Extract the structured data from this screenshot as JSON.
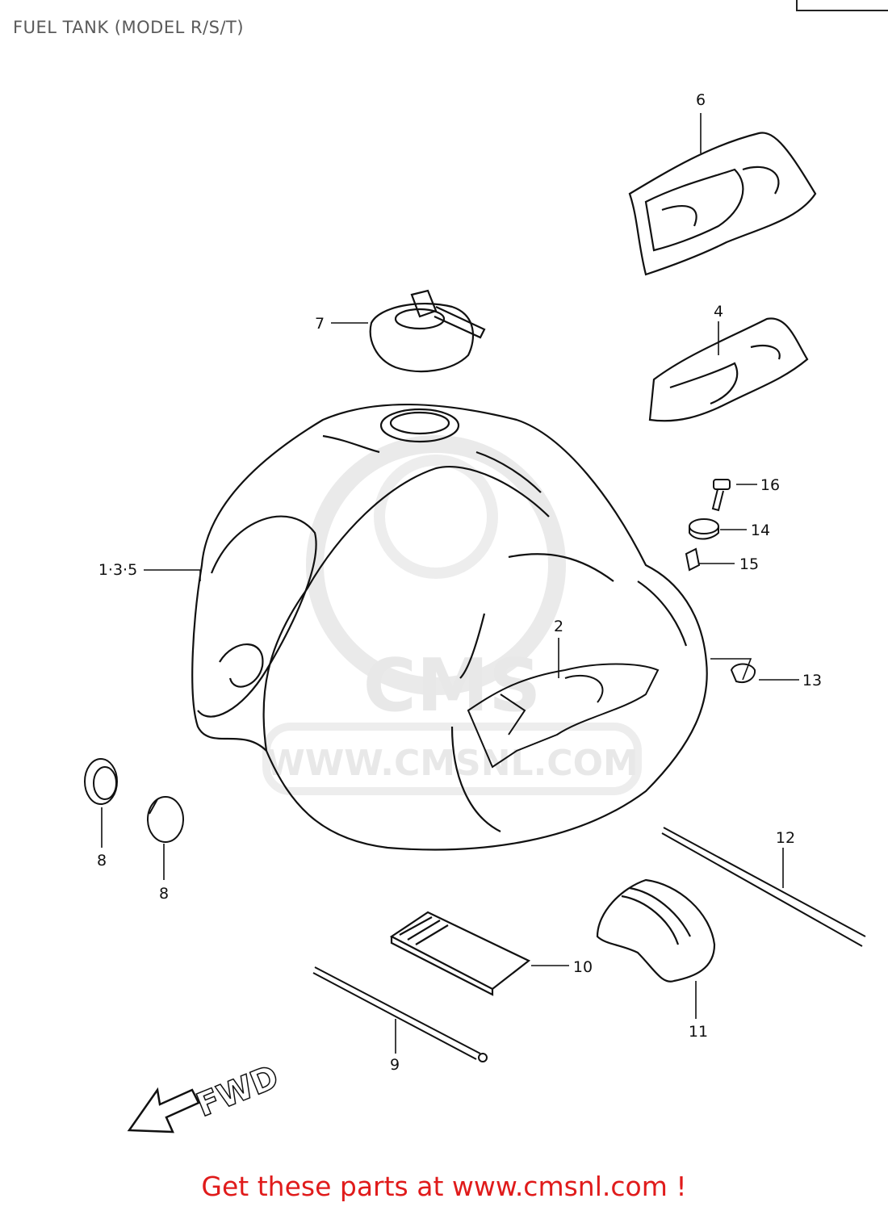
{
  "header": {
    "title": "FUEL TANK (MODEL R/S/T)"
  },
  "callouts": {
    "p1_3_5": "1·3·5",
    "p2": "2",
    "p4": "4",
    "p6": "6",
    "p7": "7",
    "p8a": "8",
    "p8b": "8",
    "p9": "9",
    "p10": "10",
    "p11": "11",
    "p12": "12",
    "p13": "13",
    "p14": "14",
    "p15": "15",
    "p16": "16"
  },
  "watermark": {
    "logo": "CMS",
    "url": "WWW.CMSNL.COM"
  },
  "direction_marker": "FWD",
  "footer": {
    "promo": "Get these parts at www.cmsnl.com !"
  }
}
